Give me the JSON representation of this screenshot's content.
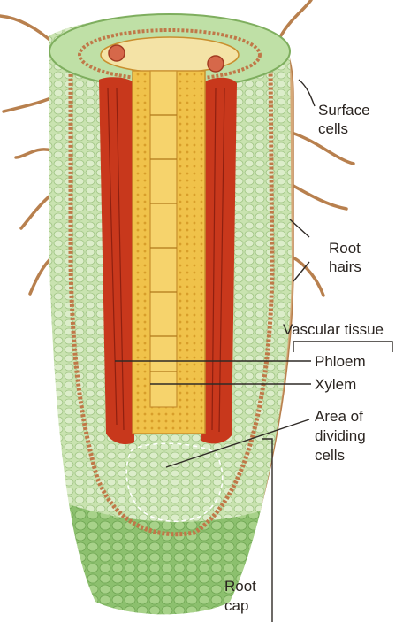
{
  "labels": {
    "surface_cells": [
      "Surface",
      "cells"
    ],
    "root_hairs": [
      "Root",
      "hairs"
    ],
    "vascular_tissue": "Vascular tissue",
    "phloem": "Phloem",
    "xylem": "Xylem",
    "dividing_cells": [
      "Area of",
      "dividing",
      "cells"
    ],
    "root_cap": [
      "Root",
      "cap"
    ]
  },
  "colors": {
    "epidermis_green": "#a6cf86",
    "cortex_green": "#c9e3b0",
    "cap_green": "#8cc06e",
    "endodermis_brown": "#c07848",
    "xylem_yellow": "#f0c24a",
    "phloem_red": "#c8381c",
    "root_hair_brown": "#b8804e",
    "label_text": "#2a2420"
  }
}
